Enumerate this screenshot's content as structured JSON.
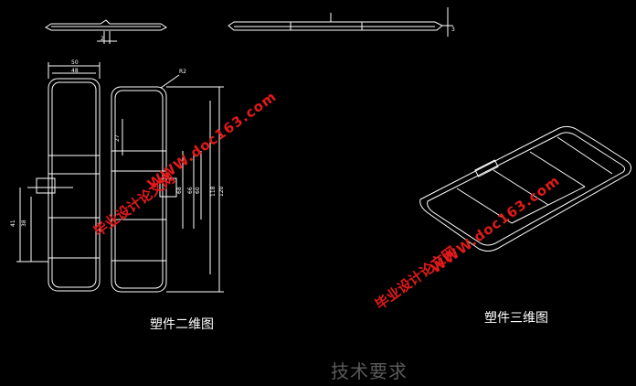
{
  "labels": {
    "view_2d": "塑件二维图",
    "view_3d": "塑件三维图",
    "tech_req": "技术要求"
  },
  "watermark": {
    "url": "WWW.doc163.com",
    "cn": "毕业设计论文网"
  },
  "dimensions": {
    "top_small": "2",
    "width_outer": "50",
    "width_inner": "48",
    "radius": "R2",
    "left_height_1": "41",
    "left_height_2": "38",
    "right_height_1": "118",
    "right_height_2": "120",
    "mid_1": "27",
    "mid_2": "68",
    "mid_3": "66",
    "mid_4": "60",
    "right_small": "3"
  },
  "colors": {
    "background": "#000000",
    "line": "#ffffff",
    "watermark": "#e41a1a",
    "muted_text": "#5a5a5a"
  }
}
